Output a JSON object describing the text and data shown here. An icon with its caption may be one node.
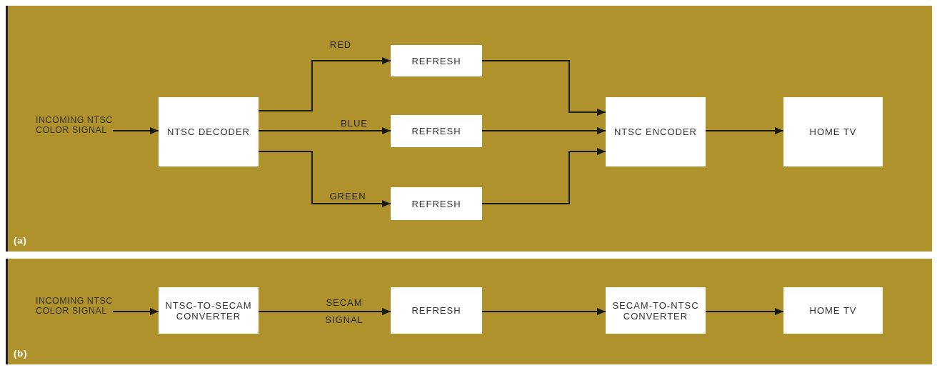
{
  "diagram": {
    "nodes": [
      {
        "text": [
          "(a)"
        ]
      },
      {
        "text": [
          "INCOMING NTSC COLOR SIGNAL"
        ],
        "in": 0
      },
      {
        "text": [
          "NTSC DECODER"
        ],
        "in": 0
      },
      {
        "text": [
          "REFRESH"
        ],
        "in": 0
      },
      {
        "text": [
          "REFRESH"
        ],
        "in": 0
      },
      {
        "text": [
          "REFRESH"
        ],
        "in": 0
      },
      {
        "text": [
          "NTSC ENCODER"
        ],
        "in": 0
      },
      {
        "text": [
          "HOME TV"
        ],
        "in": 0
      },
      {
        "text": [
          "(b)"
        ]
      },
      {
        "text": [
          "INCOMING NTSC COLOR SIGNAL"
        ],
        "in": 8
      },
      {
        "text": [
          "NTSC-TO-SECAM CONVERTER"
        ],
        "in": 8
      },
      {
        "text": [
          "REFRESH"
        ],
        "in": 8
      },
      {
        "text": [
          "SECAM-TO-NTSC CONVERTER"
        ],
        "in": 8
      },
      {
        "text": [
          "HOME TV"
        ],
        "in": 8
      }
    ],
    "edges": [
      {
        "from": 1,
        "to": 2,
        "arrow": "to"
      },
      {
        "from": 2,
        "to": 3,
        "arrow": "to",
        "label": "RED"
      },
      {
        "from": 2,
        "to": 4,
        "arrow": "to",
        "label": "BLUE"
      },
      {
        "from": 2,
        "to": 5,
        "arrow": "to",
        "label": "GREEN"
      },
      {
        "from": 3,
        "to": 6,
        "arrow": "to"
      },
      {
        "from": 4,
        "to": 6,
        "arrow": "to"
      },
      {
        "from": 5,
        "to": 6,
        "arrow": "to"
      },
      {
        "from": 6,
        "to": 7,
        "arrow": "to"
      },
      {
        "from": 9,
        "to": 10,
        "arrow": "to"
      },
      {
        "from": 10,
        "to": 11,
        "arrow": "to",
        "label": "SECAM SIGNAL"
      },
      {
        "from": 11,
        "to": 12,
        "arrow": "to"
      },
      {
        "from": 12,
        "to": 13,
        "arrow": "to"
      }
    ]
  }
}
